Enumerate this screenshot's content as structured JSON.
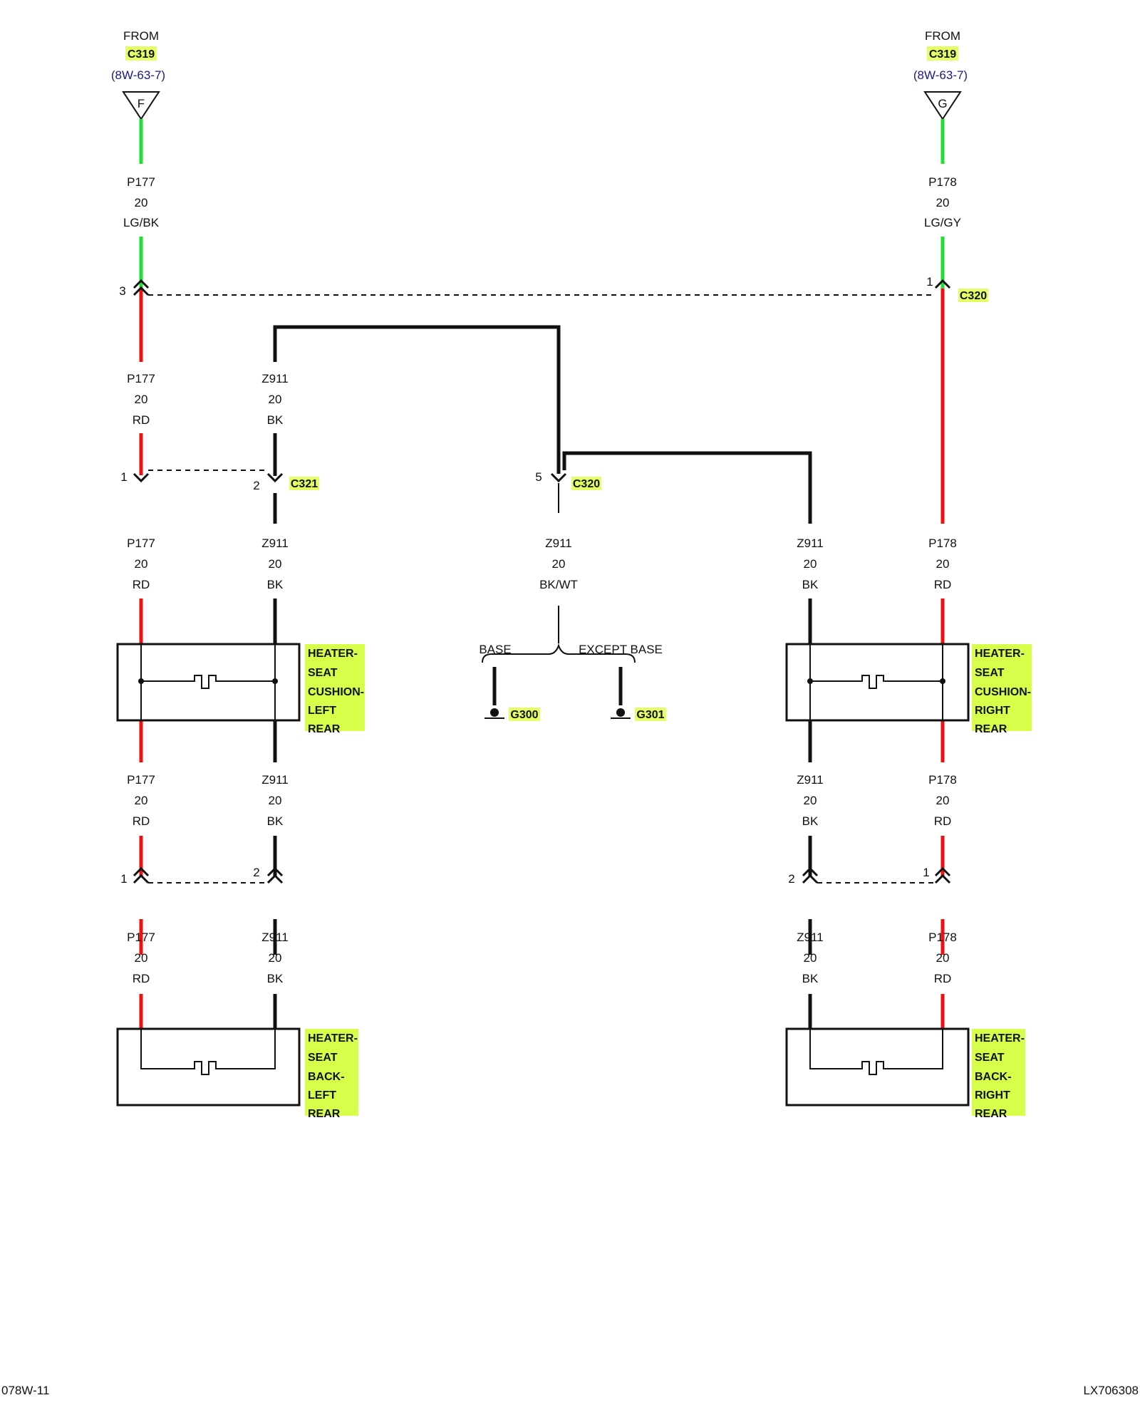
{
  "colors": {
    "red_wire": "#ee1111",
    "green_wire": "#22dd33",
    "black_wire": "#111111",
    "highlight": "#e4ff66",
    "ref_text": "#1a1a8c"
  },
  "source_left": {
    "from": "FROM",
    "connector": "C319",
    "ref": "(8W-63-7)",
    "pin": "F"
  },
  "source_right": {
    "from": "FROM",
    "connector": "C319",
    "ref": "(8W-63-7)",
    "pin": "G"
  },
  "wires": {
    "p177_in": {
      "circuit": "P177",
      "gauge": "20",
      "color": "LG/BK"
    },
    "p178_in": {
      "circuit": "P178",
      "gauge": "20",
      "color": "LG/GY"
    },
    "p177_rd": {
      "circuit": "P177",
      "gauge": "20",
      "color": "RD"
    },
    "p178_rd": {
      "circuit": "P178",
      "gauge": "20",
      "color": "RD"
    },
    "z911_bk": {
      "circuit": "Z911",
      "gauge": "20",
      "color": "BK"
    },
    "z911_bkwt": {
      "circuit": "Z911",
      "gauge": "20",
      "color": "BK/WT"
    }
  },
  "connectors": {
    "c320_top": {
      "name": "C320",
      "pin_left": "3",
      "pin_right": "1"
    },
    "c321": {
      "name": "C321",
      "pin_left": "1",
      "pin_right": "2"
    },
    "c320_mid": {
      "name": "C320",
      "pin": "5"
    },
    "left_lower": {
      "pin_left": "1",
      "pin_right": "2"
    },
    "right_lower": {
      "pin_left": "2",
      "pin_right": "1"
    }
  },
  "ground": {
    "base_label": "BASE",
    "except_label": "EXCEPT BASE",
    "g300": "G300",
    "g301": "G301"
  },
  "components": {
    "cushion_left": [
      "HEATER-",
      "SEAT",
      "CUSHION-",
      "LEFT",
      "REAR"
    ],
    "cushion_right": [
      "HEATER-",
      "SEAT",
      "CUSHION-",
      "RIGHT",
      "REAR"
    ],
    "back_left": [
      "HEATER-",
      "SEAT",
      "BACK-",
      "LEFT",
      "REAR"
    ],
    "back_right": [
      "HEATER-",
      "SEAT",
      "BACK-",
      "RIGHT",
      "REAR"
    ]
  },
  "footer": {
    "left": "078W-11",
    "right": "LX706308"
  }
}
